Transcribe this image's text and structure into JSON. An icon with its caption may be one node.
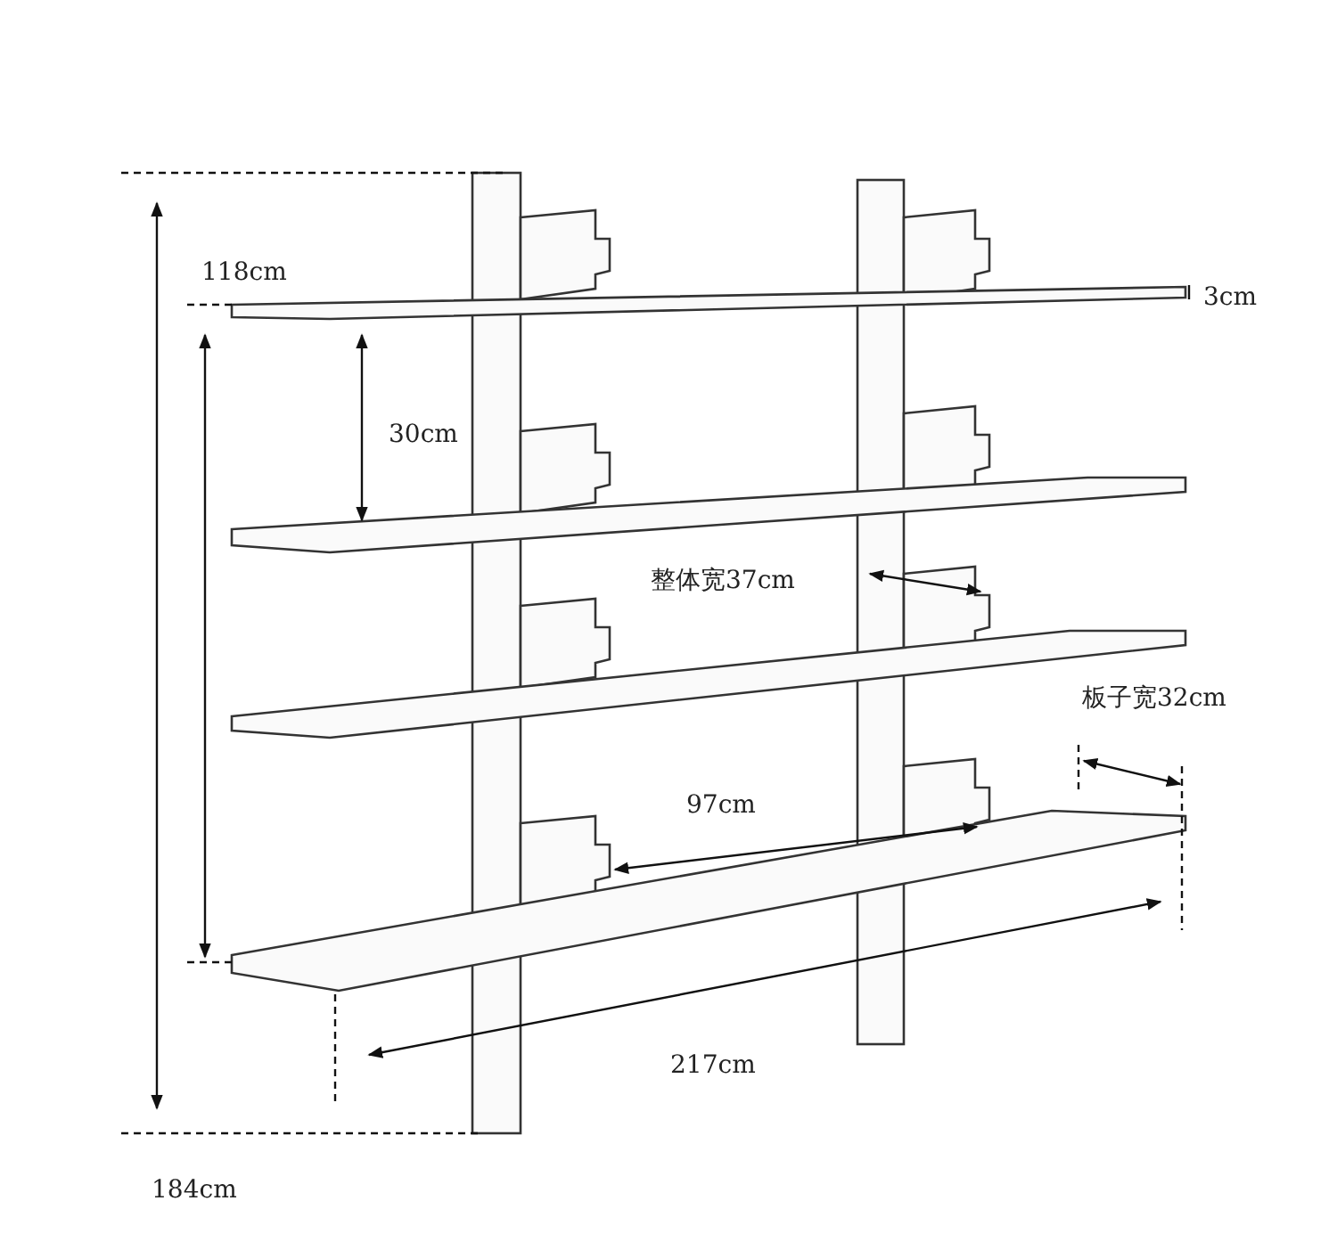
{
  "diagram": {
    "labels": [
      "118cm",
      "3cm",
      "30cm",
      "整体宽37cm",
      "板子宽32cm",
      "97cm",
      "217cm",
      "184cm"
    ]
  }
}
